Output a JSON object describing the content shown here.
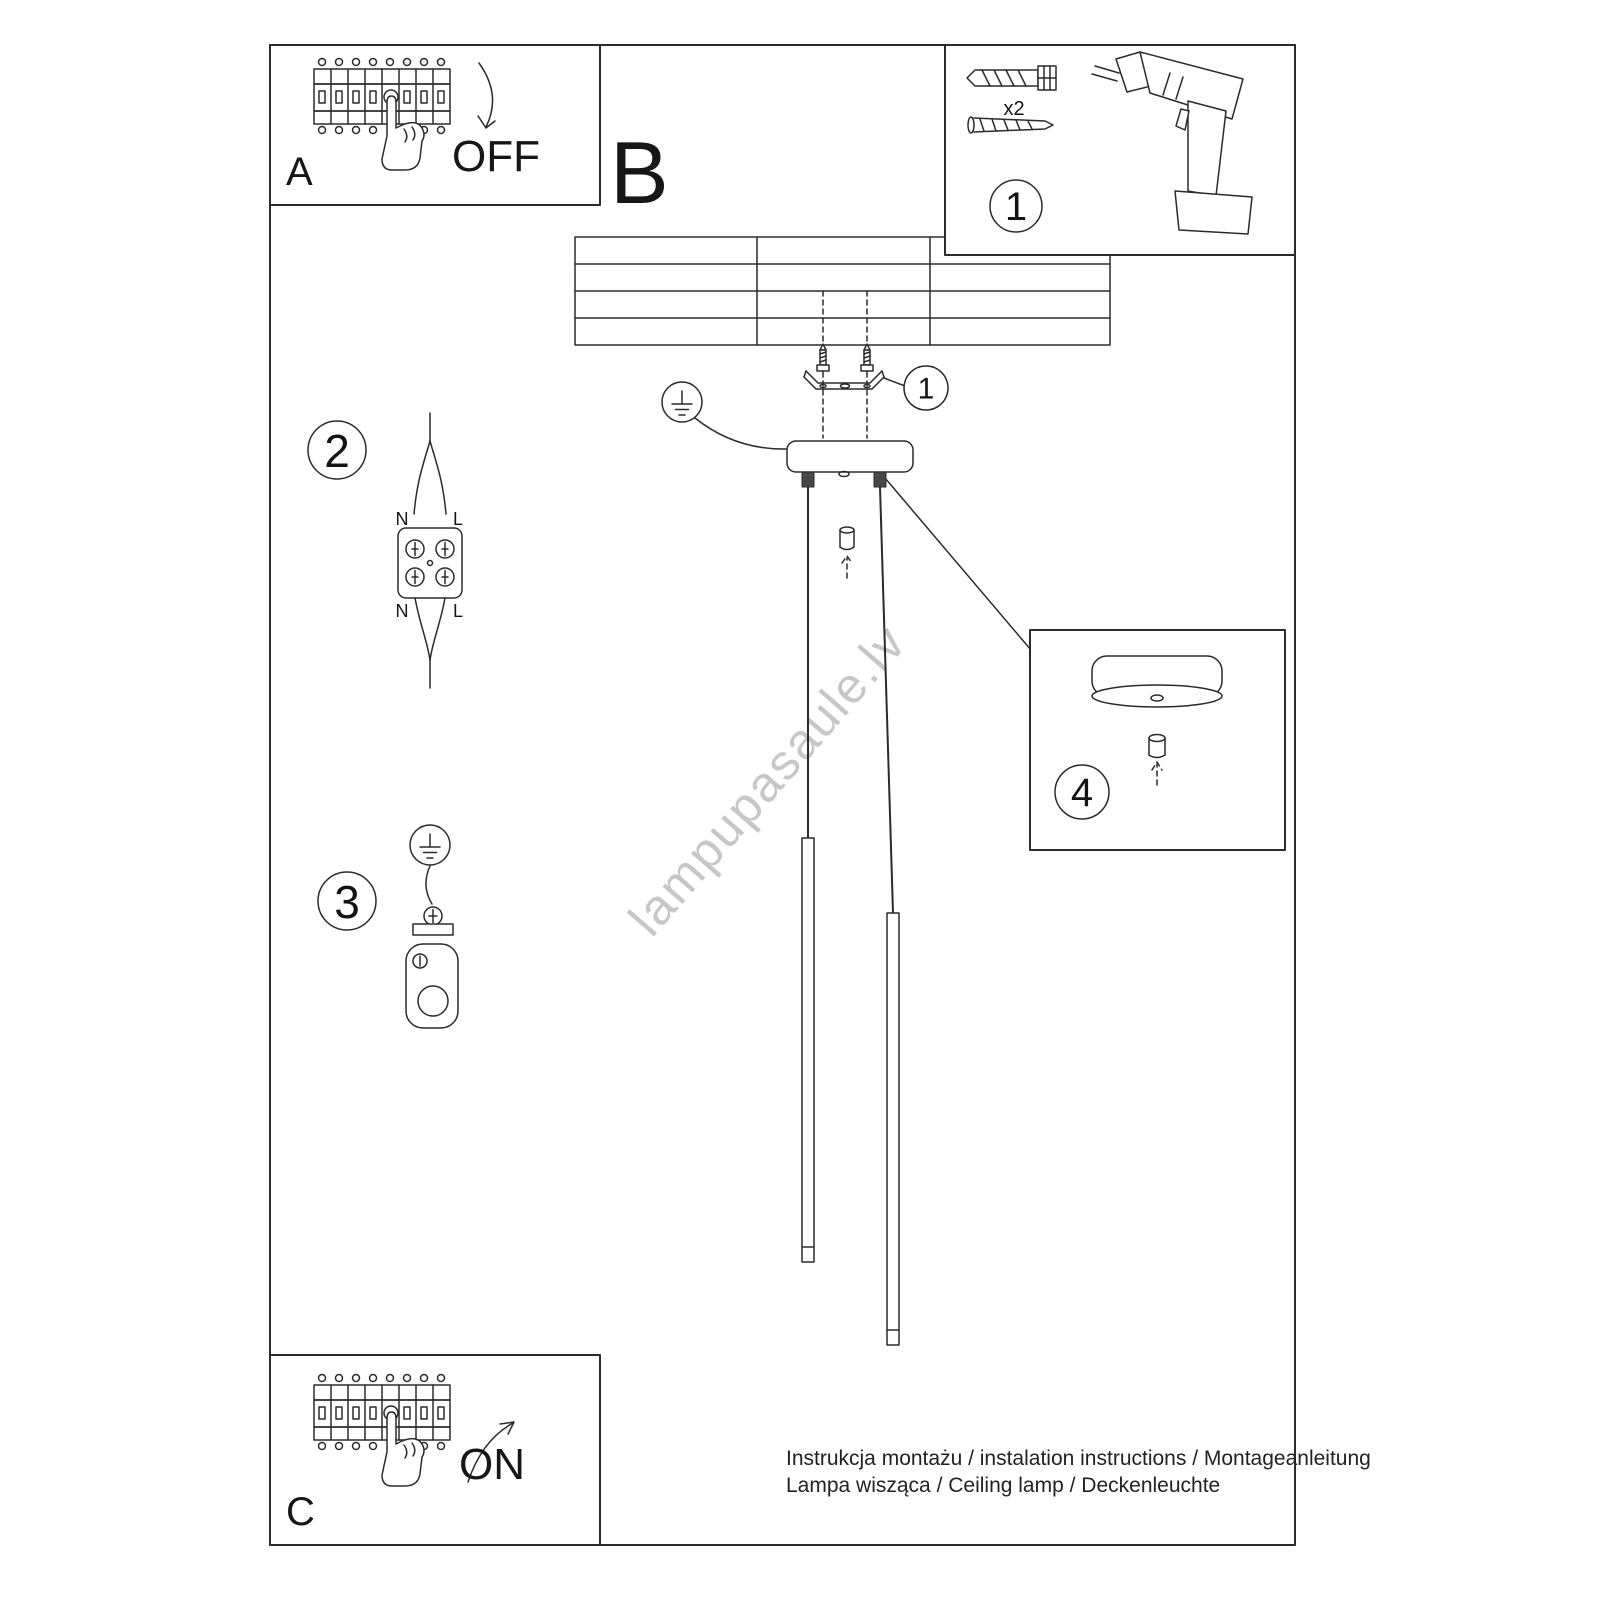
{
  "watermark": "lampupasaule.lv",
  "panel_a": {
    "label": "A",
    "state": "OFF"
  },
  "panel_b": {
    "label": "B"
  },
  "panel_c": {
    "label": "C",
    "state": "ON"
  },
  "panel_1": {
    "number": "1",
    "quantity": "x2"
  },
  "callout_1": {
    "number": "1"
  },
  "step_2": {
    "number": "2",
    "labels": {
      "top_n": "N",
      "top_l": "L",
      "bottom_n": "N",
      "bottom_l": "L"
    }
  },
  "step_3": {
    "number": "3"
  },
  "step_4": {
    "number": "4"
  },
  "footer": {
    "line1": "Instrukcja montażu / instalation instructions / Montageanleitung",
    "line2": "Lampa wisząca / Ceiling lamp / Deckenleuchte"
  }
}
